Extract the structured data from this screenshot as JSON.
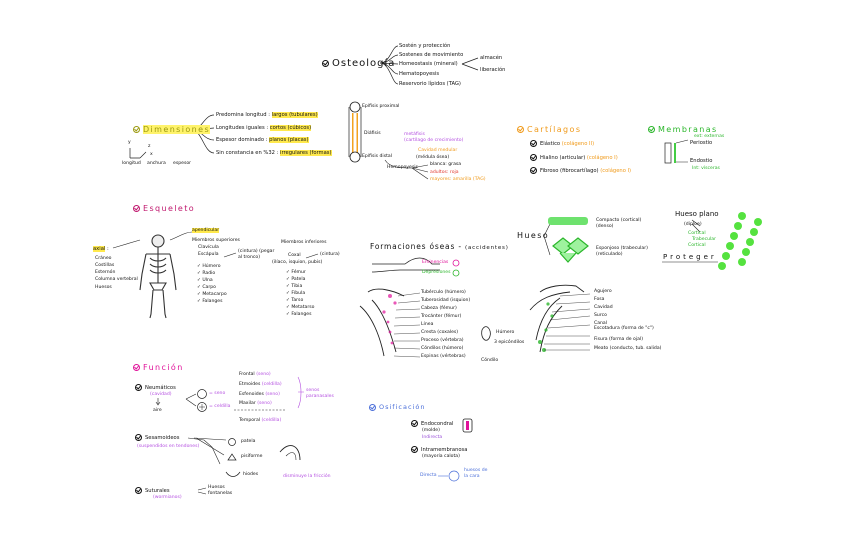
{
  "osteologia": {
    "title": "Osteología",
    "items": [
      "Sostén y protección",
      "Sostenes de movimiento",
      "Homeostasis (mineral)",
      "Hematopoyesis",
      "Reservorio lípidos (TAG)"
    ],
    "side": [
      "almacén",
      "liberación"
    ]
  },
  "dimensiones": {
    "title": "Dimensiones",
    "rows": [
      {
        "pre": "Predomina longitud",
        "val": "largos (tubulares)"
      },
      {
        "pre": "Longitudes iguales",
        "val": "cortos (cúbicos)"
      },
      {
        "pre": "Espesor dominado",
        "val": "planos (placas)"
      },
      {
        "pre": "Sin constancia en %32",
        "val": "irregulares (formas)"
      }
    ],
    "axes": [
      "y",
      "x",
      "z",
      "longitud",
      "anchura",
      "espesor"
    ]
  },
  "long_bone": {
    "labels": [
      "Epífisis proximal",
      "Diáfisis",
      "Epífisis distal",
      "metáfisis",
      "(cartílago de crecimiento)",
      "Cavidad medular",
      "(médula ósea)",
      "Hemopoyesis",
      "blanca: grasa",
      "adultos: roja",
      "mayores: amarilla (TAG)"
    ]
  },
  "cartilagos": {
    "title": "Cartílagos",
    "items": [
      {
        "label": "Elástico",
        "note": "(colágeno II)"
      },
      {
        "label": "Hialino (articular)",
        "note": "(colágeno I)"
      },
      {
        "label": "Fibroso (fibrocartílago)",
        "note": "(colágeno I)"
      }
    ]
  },
  "membranas": {
    "title": "Membranas",
    "labels": [
      "Periostio",
      "Endostio",
      "ext: externas",
      "Int: vísceras"
    ]
  },
  "esqueleto": {
    "title": "Esqueleto",
    "axial_title": "axial",
    "axial": [
      "Cráneo",
      "Costillas",
      "Esternón",
      "Columna vertebral",
      "Huesos"
    ],
    "apend_title": "apendicular",
    "apend_sub": [
      "Miembros superiores",
      "Clavícula",
      "Escápula",
      "(cintura) (pegar al tronco)"
    ],
    "apend": [
      "Húmero",
      "Radio",
      "Ulna",
      "Carpo",
      "Metacarpo",
      "Falanges"
    ],
    "inferior_title": "Miembros inferiores",
    "inferior_sub": [
      "Coxal",
      "(cintura)",
      "(ilíaco, isquion, pubis)"
    ],
    "inferior": [
      "Fémur",
      "Patela",
      "Tibia",
      "Fíbula",
      "Tarso",
      "Metatarso",
      "Falanges"
    ]
  },
  "hueso": {
    "title": "Hueso",
    "compacto": "Compacto (cortical) (denso)",
    "esponjoso": "Esponjoso (trabecular) (reticulado)",
    "plano_title": "Hueso plano",
    "plano": [
      "(diploe)",
      "Cortical",
      "Trabecular",
      "Cortical"
    ],
    "proteger": "Proteger"
  },
  "formaciones": {
    "title": "Formaciones óseas",
    "subtitle": "(accidentes)",
    "legend": [
      "Eminencias",
      "Depresiones"
    ],
    "left": [
      "Tubérculo (húmero)",
      "Tuberosidad (isquion)",
      "Cabeza (fémur)",
      "Trocánter (fémur)",
      "Línea",
      "Cresta (coxales)",
      "Proceso (vértebra)",
      "Cóndilos (húmero)",
      "Espinas (vértebras)"
    ],
    "mid": [
      "Húmero",
      "3 epicóndilos",
      "Cóndilo"
    ],
    "right": [
      "Agujero",
      "Fosa",
      "Cavidad",
      "Surco",
      "Canal",
      "Escotadura (forma de \"c\")",
      "Fisura (forma de ojal)",
      "Meato (conducto, tub. salida)"
    ]
  },
  "funcion": {
    "title": "Función",
    "neumaticos": "Neumáticos",
    "neu_note": "(cavidad)",
    "aire": "aire",
    "seno": "= seno",
    "celdilla": "= celdilla",
    "senos": [
      {
        "bone": "Frontal",
        "note": "(seno)"
      },
      {
        "bone": "Etmoides",
        "note": "(celdilla)"
      },
      {
        "bone": "Esfenoides",
        "note": "(seno)"
      },
      {
        "bone": "Maxilar",
        "note": "(seno)"
      },
      {
        "bone": "Temporal",
        "note": "(celdilla)"
      }
    ],
    "paranasales": "senos paranasales",
    "sesamoideos": "Sesamoideos",
    "ses_note": "(suspendidos en tendones)",
    "ses_items": [
      "patela",
      "pisiforme",
      "hiodes"
    ],
    "friccion": "disminuye la fricción",
    "suturales": "Suturales",
    "sut_items": [
      "(wormianos)",
      "Huesos fontanelas"
    ]
  },
  "osificacion": {
    "title": "Osificación",
    "endo": "Endocondral",
    "endo_note": "(molde)",
    "endo_sub": "Indirecta",
    "intra": "Intramembranosa",
    "intra_note": "(mayoría calota)",
    "directa": "Directa",
    "huesos": "huesos de la cara"
  }
}
